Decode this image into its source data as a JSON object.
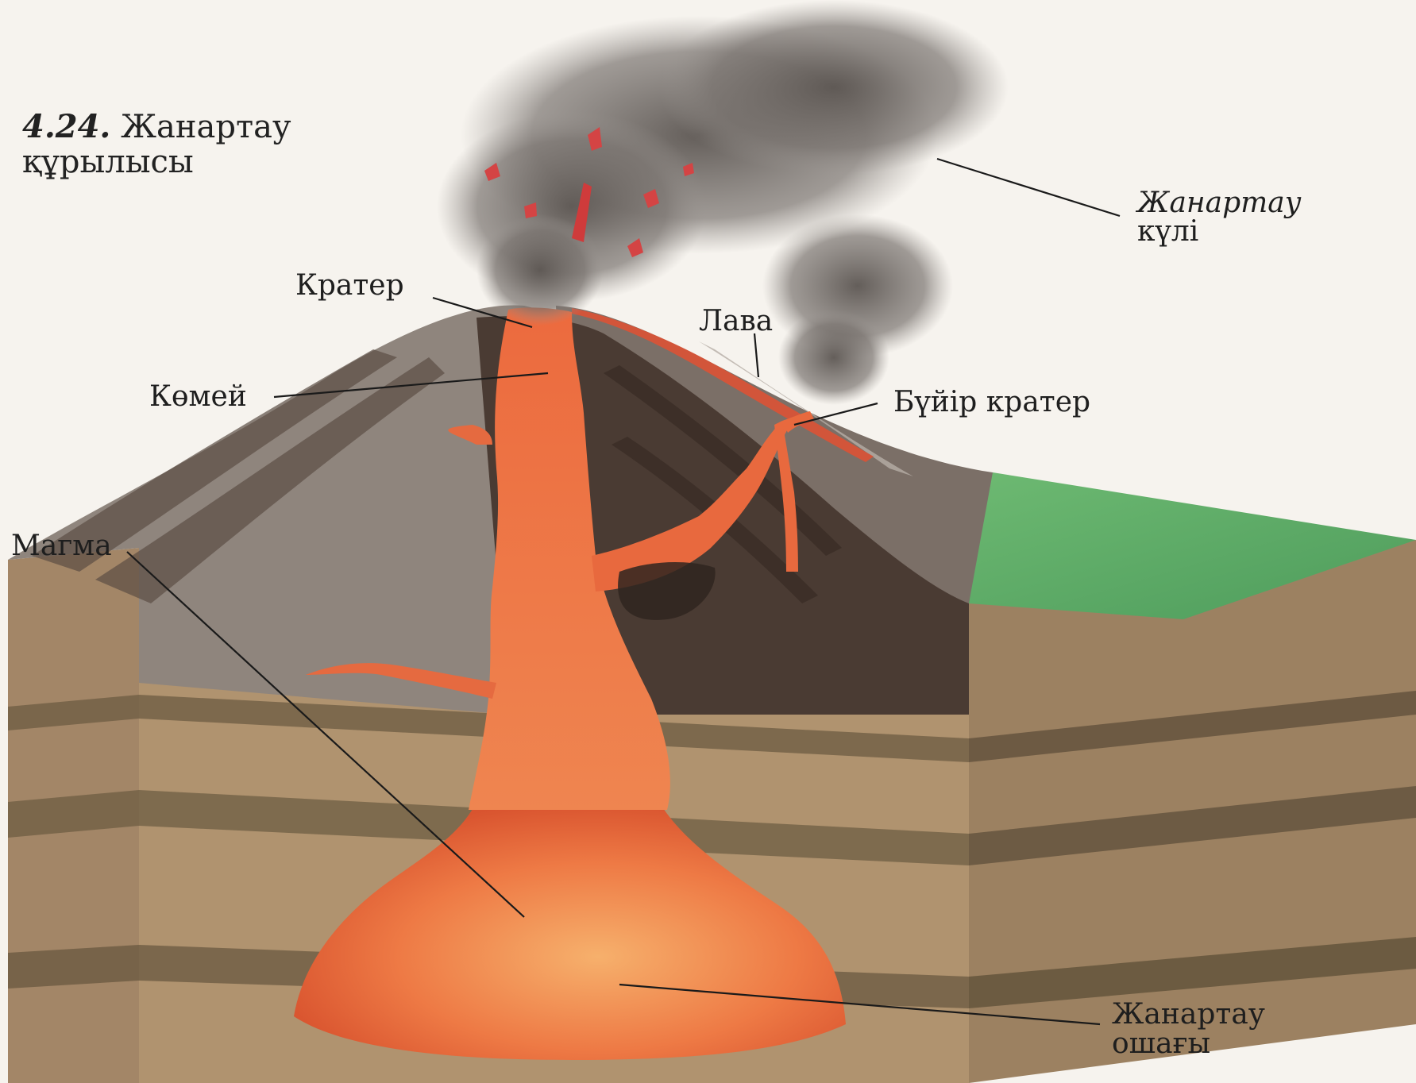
{
  "caption": {
    "number": "4.24.",
    "line1": "Жанартау",
    "line2": "құрылысы"
  },
  "labels": {
    "ash_line1": "Жанартау",
    "ash_line2": "күлі",
    "crater": "Кратер",
    "lava": "Лава",
    "throat": "Көмей",
    "side_crater": "Бүйір кратер",
    "magma": "Магма",
    "chamber_line1": "Жанартау",
    "chamber_line2": "ошағы"
  },
  "colors": {
    "magma": "#e8603a",
    "magma_light": "#f39a62",
    "cone_dark": "#4a3b33",
    "cone_light": "#9e948c",
    "ground": "#a88c6a",
    "ground_dark": "#6b5a43",
    "grass": "#5fae6a",
    "ash": "#6f6a66"
  }
}
